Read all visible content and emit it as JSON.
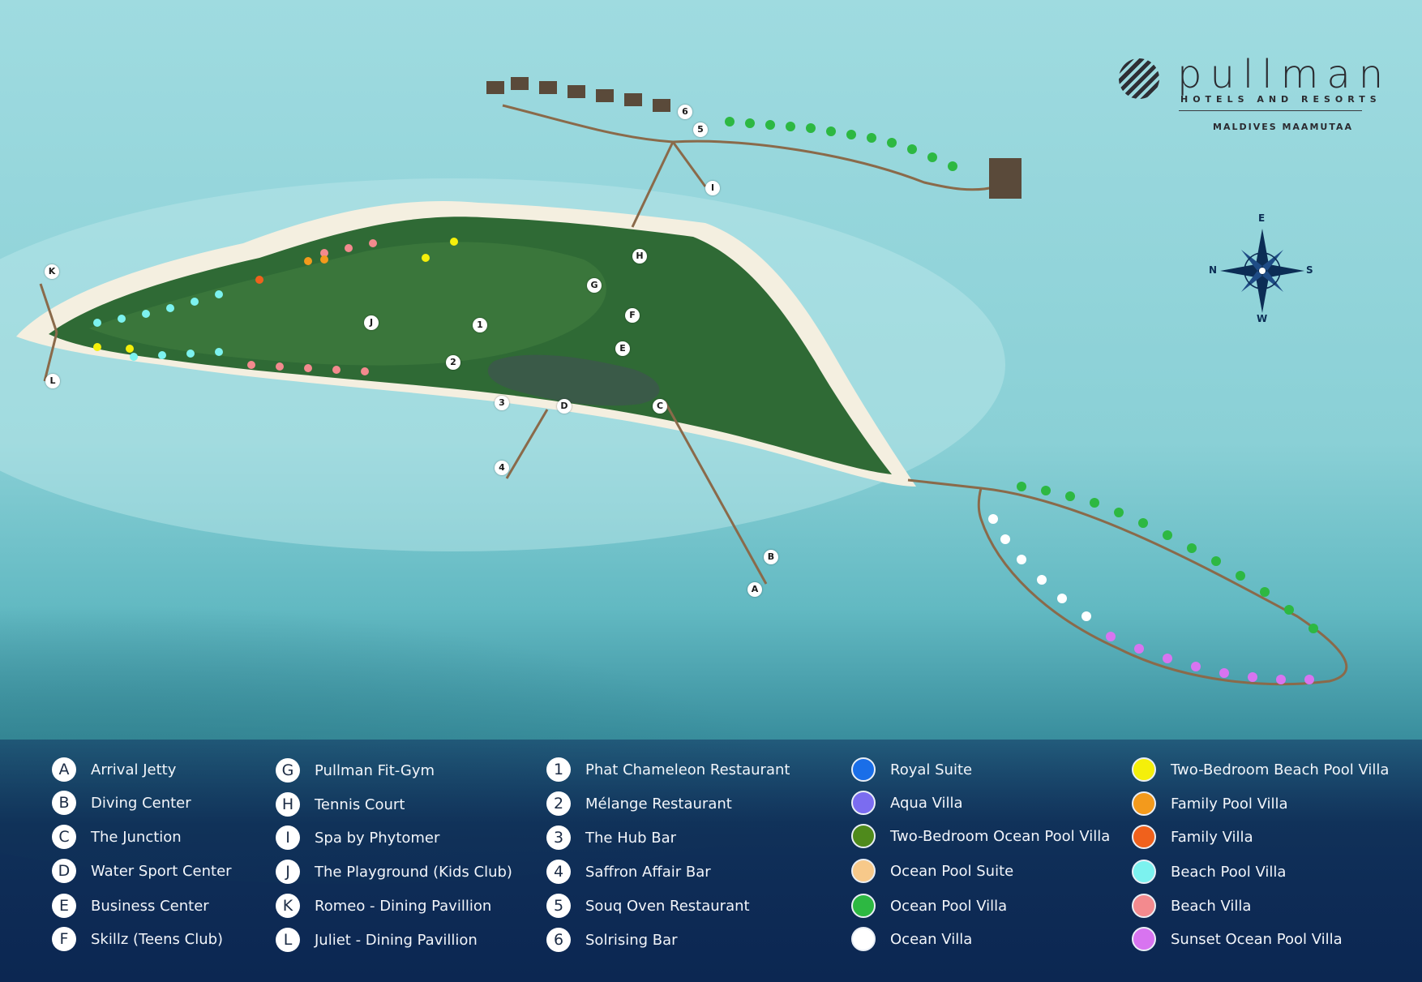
{
  "brand": {
    "logo_text": "pullman",
    "tagline": "HOTELS AND RESORTS",
    "subtitle": "MALDIVES MAAMUTAA"
  },
  "compass": {
    "north": "N",
    "south": "S",
    "east": "E",
    "west": "W"
  },
  "map_markers": [
    {
      "id": "A",
      "label": "A"
    },
    {
      "id": "B",
      "label": "B"
    },
    {
      "id": "C",
      "label": "C"
    },
    {
      "id": "D",
      "label": "D"
    },
    {
      "id": "E",
      "label": "E"
    },
    {
      "id": "F",
      "label": "F"
    },
    {
      "id": "G",
      "label": "G"
    },
    {
      "id": "H",
      "label": "H"
    },
    {
      "id": "I",
      "label": "I"
    },
    {
      "id": "J",
      "label": "J"
    },
    {
      "id": "K",
      "label": "K"
    },
    {
      "id": "L",
      "label": "L"
    },
    {
      "id": "1",
      "label": "1"
    },
    {
      "id": "2",
      "label": "2"
    },
    {
      "id": "3",
      "label": "3"
    },
    {
      "id": "4",
      "label": "4"
    },
    {
      "id": "5",
      "label": "5"
    },
    {
      "id": "6",
      "label": "6"
    }
  ],
  "legend_facilities": [
    {
      "key": "A",
      "label": "Arrival Jetty"
    },
    {
      "key": "B",
      "label": "Diving Center"
    },
    {
      "key": "C",
      "label": "The Junction"
    },
    {
      "key": "D",
      "label": "Water Sport Center"
    },
    {
      "key": "E",
      "label": "Business Center"
    },
    {
      "key": "F",
      "label": "Skillz (Teens Club)"
    },
    {
      "key": "G",
      "label": "Pullman Fit-Gym"
    },
    {
      "key": "H",
      "label": "Tennis Court"
    },
    {
      "key": "I",
      "label": "Spa by Phytomer"
    },
    {
      "key": "J",
      "label": "The Playground (Kids Club)"
    },
    {
      "key": "K",
      "label": "Romeo - Dining Pavillion"
    },
    {
      "key": "L",
      "label": "Juliet - Dining Pavillion"
    }
  ],
  "legend_dining": [
    {
      "key": "1",
      "label": "Phat Chameleon Restaurant"
    },
    {
      "key": "2",
      "label": "Mélange Restaurant"
    },
    {
      "key": "3",
      "label": "The Hub Bar"
    },
    {
      "key": "4",
      "label": "Saffron Affair Bar"
    },
    {
      "key": "5",
      "label": "Souq Oven Restaurant"
    },
    {
      "key": "6",
      "label": "Solrising Bar"
    }
  ],
  "legend_villas": [
    {
      "label": "Royal Suite",
      "color": "#1a6ee8"
    },
    {
      "label": "Aqua Villa",
      "color": "#7b6cf0"
    },
    {
      "label": "Two-Bedroom Ocean Pool Villa",
      "color": "#4f8a1c"
    },
    {
      "label": "Ocean Pool Suite",
      "color": "#f7c98a"
    },
    {
      "label": "Ocean Pool Villa",
      "color": "#2db842"
    },
    {
      "label": "Ocean Villa",
      "color": "#ffffff"
    },
    {
      "label": "Two-Bedroom Beach Pool Villa",
      "color": "#f5ef0a"
    },
    {
      "label": "Family Pool Villa",
      "color": "#f39a1c"
    },
    {
      "label": "Family Villa",
      "color": "#f0611c"
    },
    {
      "label": "Beach Pool Villa",
      "color": "#7cf2ef"
    },
    {
      "label": "Beach Villa",
      "color": "#f38a8e"
    },
    {
      "label": "Sunset Ocean Pool Villa",
      "color": "#d874f0"
    }
  ]
}
